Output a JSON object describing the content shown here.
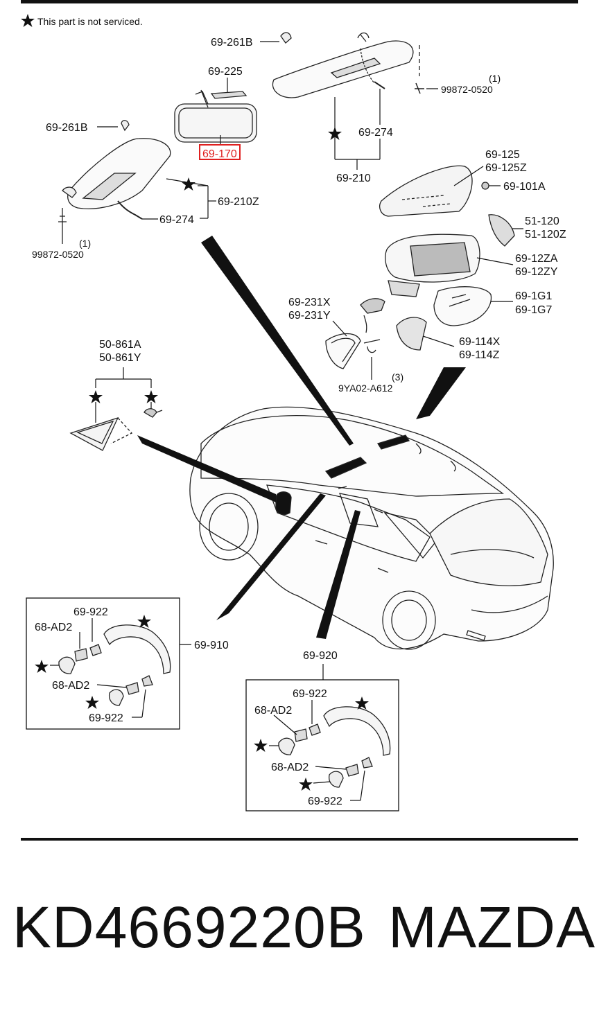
{
  "note": "This part is not serviced.",
  "labels": {
    "l_261b_top": "69-261B",
    "l_225": "69-225",
    "l_261b_left": "69-261B",
    "l_170": "69-170",
    "l_274_right": "69-274",
    "l_210": "69-210",
    "l_210z": "69-210Z",
    "l_274_left": "69-274",
    "l_qty1_left": "(1)",
    "l_99872_left": "99872-0520",
    "l_qty1_right": "(1)",
    "l_99872_right": "99872-0520",
    "l_125": "69-125",
    "l_125z": "69-125Z",
    "l_101a": "69-101A",
    "l_51120": "51-120",
    "l_51120z": "51-120Z",
    "l_12za": "69-12ZA",
    "l_12zy": "69-12ZY",
    "l_1g1": "69-1G1",
    "l_1g7": "69-1G7",
    "l_231x": "69-231X",
    "l_231y": "69-231Y",
    "l_114x": "69-114X",
    "l_114z": "69-114Z",
    "l_qty3": "(3)",
    "l_9ya02": "9YA02-A612",
    "l_861a": "50-861A",
    "l_861y": "50-861Y",
    "l_910": "69-910",
    "l_920": "69-920",
    "box1_922_top": "69-922",
    "box1_ad2_top": "68-AD2",
    "box1_ad2_bot": "68-AD2",
    "box1_922_bot": "69-922",
    "box2_922_top": "69-922",
    "box2_ad2_top": "68-AD2",
    "box2_ad2_bot": "68-AD2",
    "box2_922_bot": "69-922"
  },
  "highlight_color": "#e02020",
  "footer": {
    "part_number": "KD4669220B",
    "brand": "MAZDA"
  }
}
